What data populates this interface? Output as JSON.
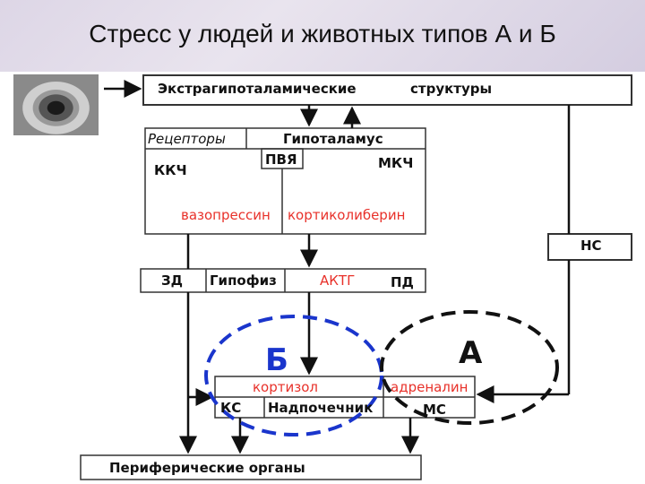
{
  "title": "Стресс у людей и животных типов А и Б",
  "diagram": {
    "extrahypothalamic": "Экстрагипоталамические",
    "structures": "структуры",
    "receptors": "Рецепторы",
    "hypothalamus": "Гипоталамус",
    "pvn": "ПВЯ",
    "kkch": "ККЧ",
    "mkch": "МКЧ",
    "vasopressin": "вазопрессин",
    "corticoliberin": "кортиколиберин",
    "ns": "НС",
    "zd": "ЗД",
    "pituitary": "Гипофиз",
    "acth": "АКТГ",
    "pd": "ПД",
    "group_b": "Б",
    "group_a": "А",
    "cortisol": "кортизол",
    "adrenaline": "адреналин",
    "ks": "КС",
    "adrenal": "Надпочечник",
    "ms": "МС",
    "peripheral": "Периферические органы"
  },
  "colors": {
    "ellipse_b": "#1a35cc",
    "ellipse_a": "#111111",
    "accent_red": "#e8312a"
  }
}
